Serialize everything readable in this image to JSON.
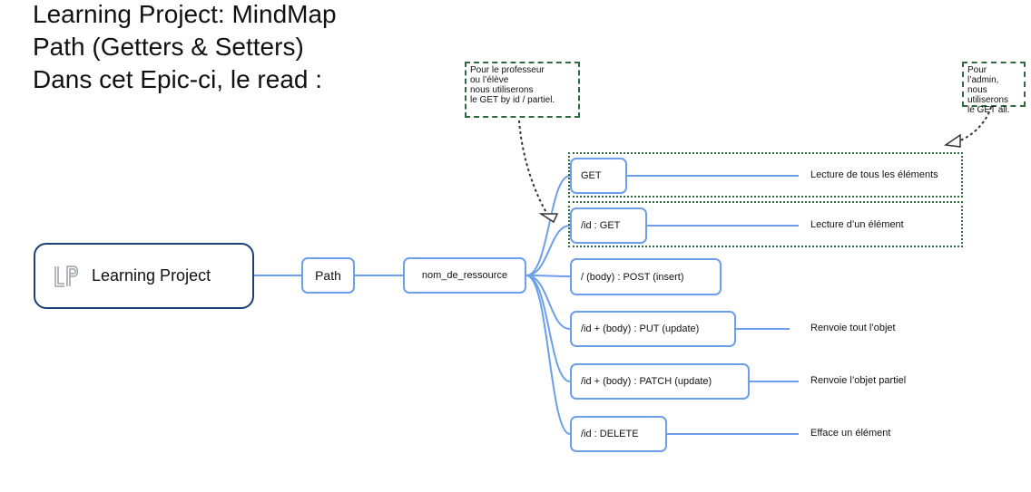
{
  "title_lines": [
    "Learning Project: MindMap",
    "Path (Getters & Setters)",
    "Dans cet Epic-ci, le read :"
  ],
  "root": {
    "label": "Learning Project"
  },
  "path_node": {
    "label": "Path"
  },
  "resource_node": {
    "label": "nom_de_ressource"
  },
  "endpoints": [
    {
      "label": "GET",
      "description": "Lecture de tous les éléments"
    },
    {
      "label": "/id : GET",
      "description": "Lecture d’un élément"
    },
    {
      "label": "/ (body) : POST (insert)",
      "description": ""
    },
    {
      "label": "/id + (body) : PUT (update)",
      "description": "Renvoie tout l’objet"
    },
    {
      "label": "/id + (body) : PATCH (update)",
      "description": "Renvoie l’objet partiel"
    },
    {
      "label": "/id : DELETE",
      "description": "Efface un élément"
    }
  ],
  "notes": {
    "professor": "Pour le professeur\nou l’élève\nnous utiliserons\nle GET by id / partiel.",
    "admin": "Pour l’admin,\nnous utiliserons\nle GET all."
  },
  "colors": {
    "edge": "#6d9eeb",
    "root_border": "#1c3f7a",
    "note_border": "#2f6b3e"
  }
}
